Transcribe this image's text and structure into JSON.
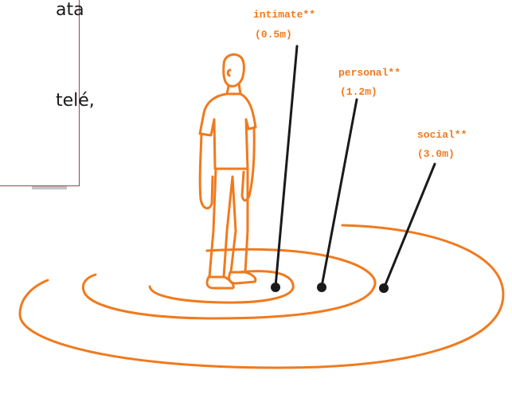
{
  "text_box": {
    "line1": "ata",
    "line2": "telé,"
  },
  "zones": [
    {
      "name": "intimate**",
      "distance": "(0.5m)"
    },
    {
      "name": "personal**",
      "distance": "(1.2m)"
    },
    {
      "name": "social**",
      "distance": "(3.0m)"
    }
  ],
  "colors": {
    "accent": "#f07a1e",
    "line": "#1a1a1a",
    "box_border": "#8a4a52"
  }
}
